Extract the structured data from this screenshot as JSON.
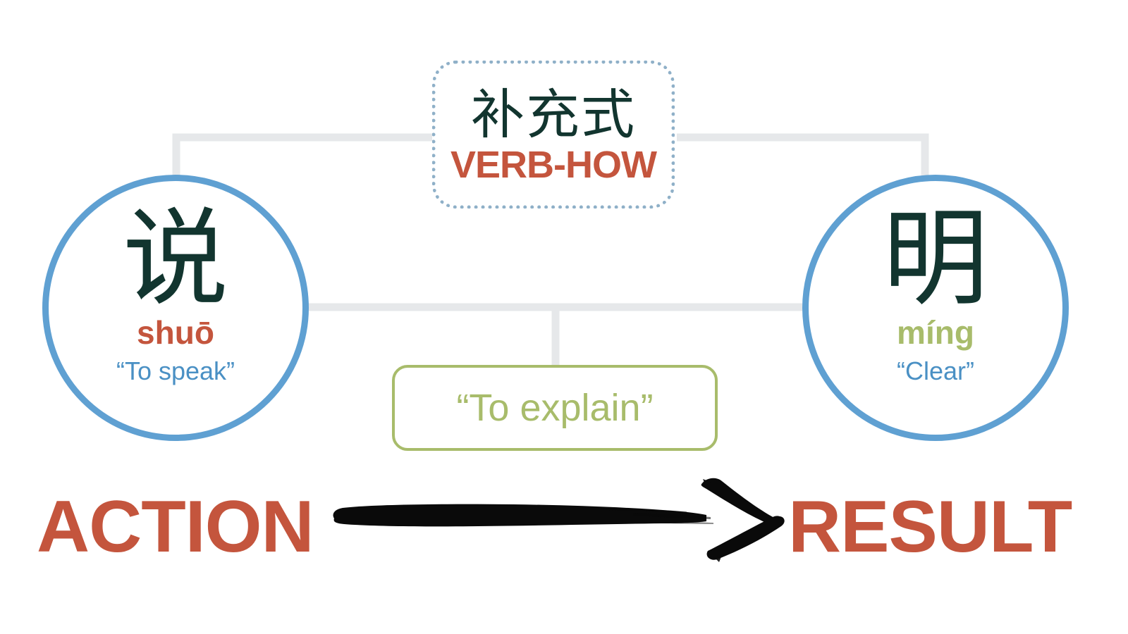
{
  "diagram": {
    "title": "Chinese resultative compound verb structure",
    "background_color": "#FFFFFF"
  },
  "category_box": {
    "hanzi": "补充式",
    "label": "VERB-HOW",
    "border_style": "dotted",
    "border_color": "#8FB0C8",
    "label_color": "#C4553D",
    "hanzi_color": "#12352F"
  },
  "left_node": {
    "hanzi": "说",
    "pinyin": "shuō",
    "gloss": "“To speak”",
    "pinyin_color": "#C4553D",
    "gloss_color": "#4A90C4",
    "circle_color": "#5FA0D2"
  },
  "right_node": {
    "hanzi": "明",
    "pinyin": "míng",
    "gloss": "“Clear”",
    "pinyin_color": "#A8BC6B",
    "gloss_color": "#4A90C4",
    "circle_color": "#5FA0D2"
  },
  "meaning_box": {
    "text": "“To explain”",
    "border_color": "#A8BC6B",
    "text_color": "#A8BC6B"
  },
  "bottom": {
    "left_label": "ACTION",
    "right_label": "RESULT",
    "label_color": "#C4553D",
    "arrow_icon": "brush-arrow-right",
    "arrow_color": "#0A0A0A"
  },
  "connectors": {
    "line_color": "#E6E8EA",
    "line_width": 11
  }
}
